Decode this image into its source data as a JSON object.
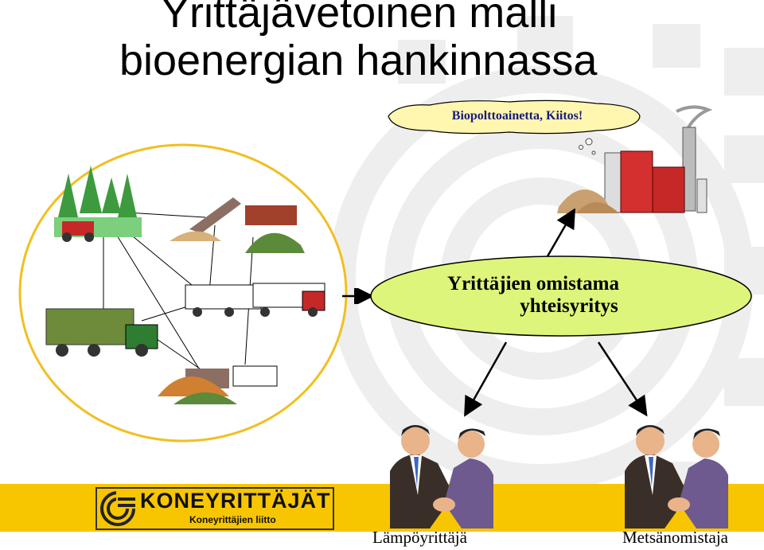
{
  "title": {
    "line1": "Yrittäjävetoinen malli",
    "line2": "bioenergian hankinnassa"
  },
  "speech_bubble": {
    "text": "Biopolttoainetta, Kiitos!"
  },
  "company": {
    "line1": "Yrittäjien omistama",
    "line2": "yhteisyritys"
  },
  "labels": {
    "left": "Lämpöyrittäjä",
    "right": "Metsänomistaja"
  },
  "logo": {
    "name": "KONEYRITTÄJÄT",
    "subtitle": "Koneyrittäjien liitto"
  },
  "colors": {
    "ellipse_fill": "#ddf57a",
    "circle_stroke": "#f0c020",
    "footer_band": "#f7c600",
    "watermark": "#eeeeee",
    "arrow": "#000000"
  }
}
